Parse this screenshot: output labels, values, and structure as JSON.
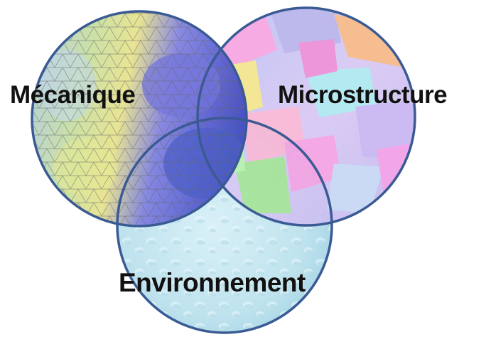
{
  "diagram": {
    "circles": [
      {
        "label": "Mécanique",
        "texture": "finite-element-mesh",
        "colors": [
          "#a9c8e6",
          "#e7e28a",
          "#7f7fe0",
          "#3c47c8"
        ]
      },
      {
        "label": "Microstructure",
        "texture": "grain-orientation-map",
        "colors": [
          "#f6a6e0",
          "#a6e39a",
          "#b7c0f4",
          "#f6b889"
        ]
      },
      {
        "label": "Environnement",
        "texture": "water-droplets",
        "colors": [
          "#bfe3ee",
          "#98ccdf",
          "#e4f5fa"
        ]
      }
    ],
    "outline_color": "#3a5a94"
  }
}
